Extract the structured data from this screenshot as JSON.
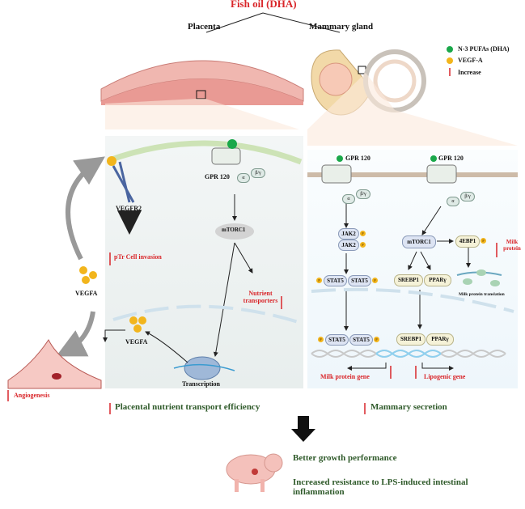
{
  "title": "Fish oil (DHA)",
  "top": {
    "placenta": "Placenta",
    "mammary": "Mammary gland"
  },
  "legend": {
    "items": [
      {
        "label": "N-3 PUFAs (DHA)",
        "color": "#1aa84a"
      },
      {
        "label": "VEGF-A",
        "color": "#f2b51c"
      },
      {
        "label": "Increase",
        "color": "#d9262a"
      }
    ]
  },
  "placenta_panel": {
    "vegfr2": "VEGFR2",
    "ptr": "pTr Cell invasion",
    "gpr": "GPR 120",
    "alpha": "α",
    "beta": "β/γ",
    "mtorc1": "mTORC1",
    "nutrient": "Nutrient transporters",
    "vegfa_inner": "VEGFA",
    "transcription": "Transcription"
  },
  "outside": {
    "vegfa": "VEGFA",
    "angiogenesis": "Angiogenesis"
  },
  "mammary_panel": {
    "gpr_a": "GPR 120",
    "gpr_b": "GPR 120",
    "alpha": "α",
    "beta": "β/γ",
    "jak2": "JAK2",
    "stat5": "STAT5",
    "p": "P",
    "mtorc1": "mTORC1",
    "ebp": "4EBP1",
    "milk_protein": "Milk protein",
    "srebp1": "SREBP1",
    "ppar": "PPARγ",
    "translation": "Milk protein translation",
    "milk_gene": "Milk protein gene",
    "lipo_gene": "Lipogenic gene"
  },
  "outcomes": {
    "placental": "Placental nutrient transport efficiency",
    "mammary": "Mammary secretion",
    "growth": "Better growth performance",
    "resistance": "Increased resistance to LPS-induced intestinal inflammation"
  }
}
